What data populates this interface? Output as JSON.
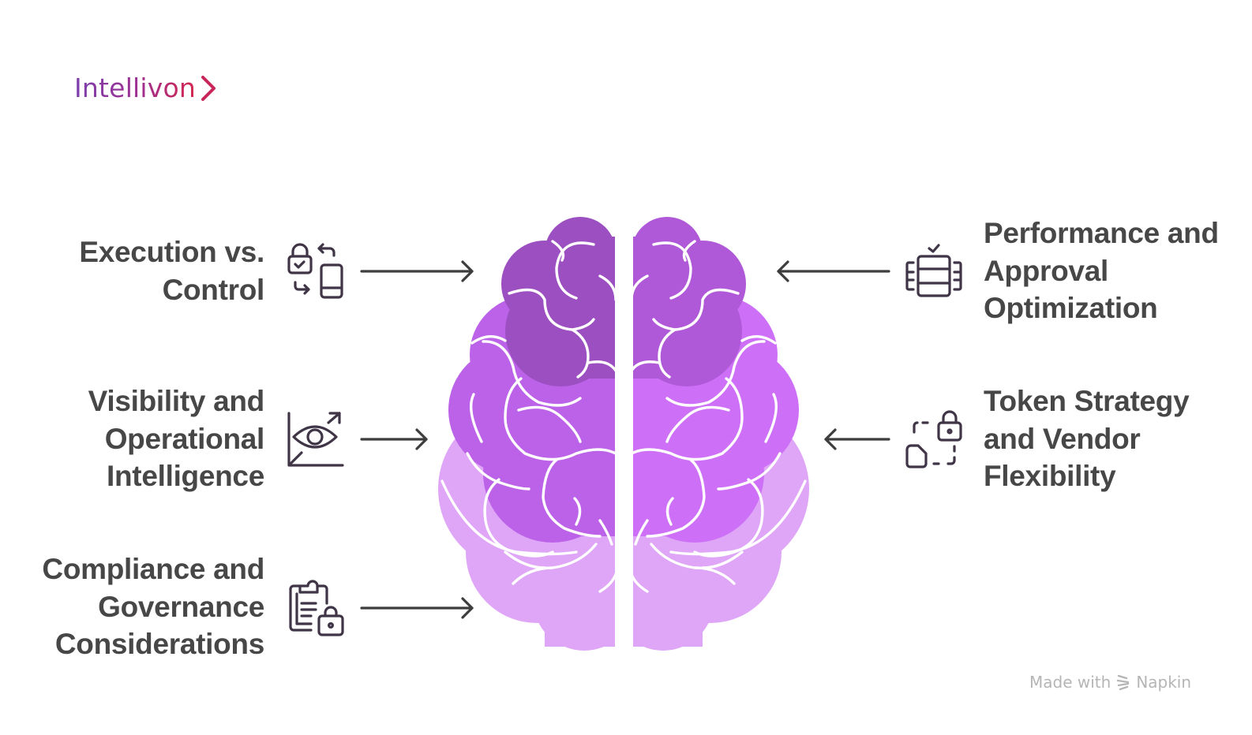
{
  "logo": {
    "text": "Intellivon",
    "chevron": "chevron-right"
  },
  "colors": {
    "text": "#474747",
    "icon_stroke": "#3f3547",
    "brain_dark": "#9b4fc0",
    "brain_mid": "#bb62e8",
    "brain_light": "#dfa6f7",
    "logo_gradient_start": "#7b3fae",
    "logo_gradient_end": "#d4264f"
  },
  "diagram": {
    "center": "brain",
    "left_items": [
      {
        "lines": [
          "Execution vs.",
          "Control"
        ],
        "icon": "lock-device-sync-icon"
      },
      {
        "lines": [
          "Visibility and",
          "Operational",
          "Intelligence"
        ],
        "icon": "eye-chart-icon"
      },
      {
        "lines": [
          "Compliance and",
          "Governance",
          "Considerations"
        ],
        "icon": "clipboard-lock-icon"
      }
    ],
    "right_items": [
      {
        "lines": [
          "Performance and",
          "Approval",
          "Optimization"
        ],
        "icon": "server-check-icon"
      },
      {
        "lines": [
          "Token Strategy",
          "and Vendor",
          "Flexibility"
        ],
        "icon": "file-lock-transfer-icon"
      }
    ]
  },
  "watermark": {
    "prefix": "Made with",
    "brand": "Napkin"
  }
}
